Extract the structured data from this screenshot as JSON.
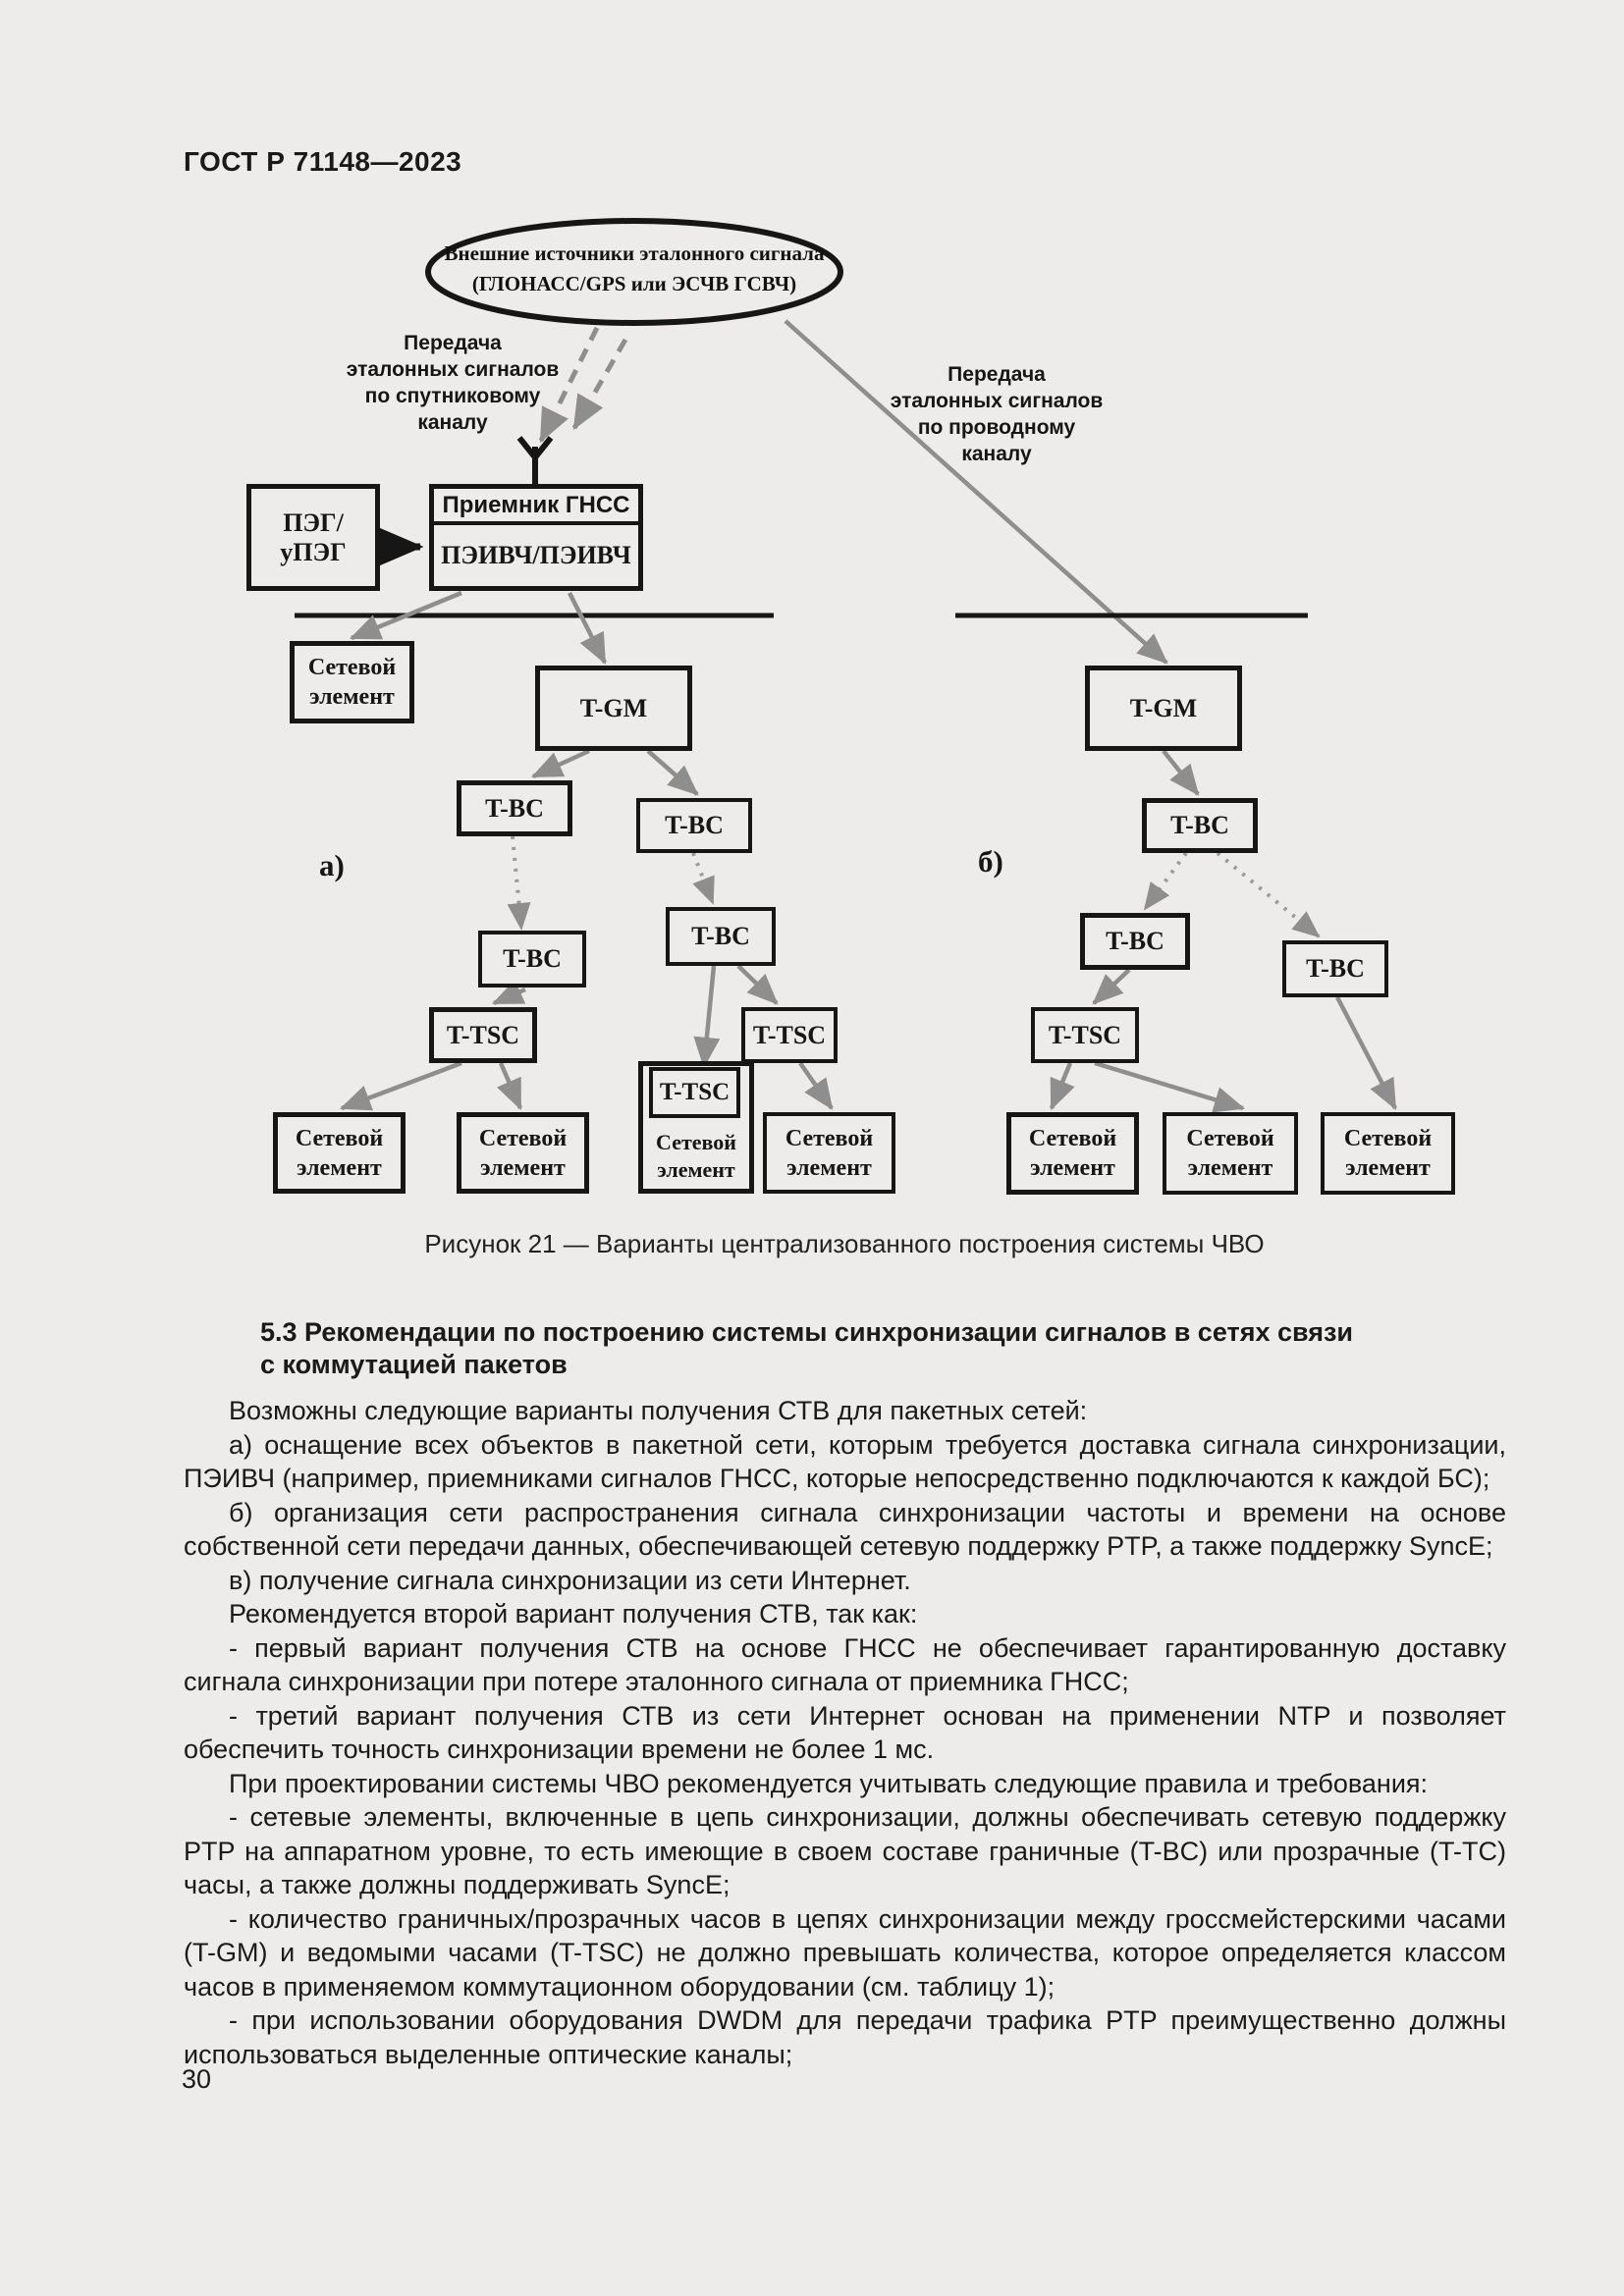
{
  "page": {
    "header": "ГОСТ Р 71148—2023",
    "footer_page_number": "30"
  },
  "figure": {
    "ellipse": {
      "line1": "Внешние источники эталонного сигнала",
      "line2": "(ГЛОНАСС/GPS или ЭСЧВ ГСВЧ)"
    },
    "labels": {
      "satellite_channel": "Передача\nэталонных сигналов\nпо спутниковому\nканалу",
      "wired_channel": "Передача\nэталонных сигналов\nпо проводному\nканалу",
      "variant_a": "а)",
      "variant_b": "б)"
    },
    "nodes": {
      "peg": "ПЭГ/\nуПЭГ",
      "gnss_receiver_title": "Приемник ГНСС",
      "gnss_receiver_sub": "ПЭИВЧ/ПЭИВЧ",
      "t_gm": "T-GM",
      "t_bc": "T-BC",
      "t_tsc": "T-TSC",
      "network_element": "Сетевой\nэлемент"
    },
    "caption": "Рисунок 21 — Варианты централизованного построения системы ЧВО",
    "colors": {
      "arrow_gray": "#8e8e8e",
      "line_black": "#161616",
      "paper": "#edecea"
    }
  },
  "section": {
    "heading": "5.3 Рекомендации по построению системы синхронизации сигналов в сетях связи\nс коммутацией пакетов"
  },
  "body": {
    "paragraphs": [
      "Возможны следующие варианты получения СТВ для пакетных сетей:",
      "а) оснащение всех объектов в пакетной сети, которым требуется доставка сигнала синхронизации, ПЭИВЧ (например, приемниками сигналов ГНСС, которые непосредственно подключаются к каждой БС);",
      "б) организация сети распространения сигнала синхронизации частоты и времени на основе собственной сети передачи данных, обеспечивающей сетевую поддержку PTP, а также поддержку SyncE;",
      "в) получение сигнала синхронизации из сети Интернет.",
      "Рекомендуется второй вариант получения СТВ, так как:",
      "- первый вариант получения СТВ на основе ГНСС не обеспечивает гарантированную доставку сигнала синхронизации при потере эталонного сигнала от приемника ГНСС;",
      "- третий вариант получения СТВ из сети Интернет основан на применении NTP и позволяет обеспечить точность синхронизации времени не более 1 мс.",
      "При проектировании системы ЧВО рекомендуется учитывать следующие правила и требования:",
      "- сетевые элементы, включенные в цепь синхронизации, должны обеспечивать сетевую поддержку PTP на аппаратном уровне, то есть имеющие в своем составе граничные (T-BC) или прозрачные (T-TC) часы, а также должны поддерживать SyncE;",
      "- количество граничных/прозрачных часов в цепях синхронизации между гроссмейстерскими часами (T-GM) и ведомыми часами (T-TSC) не должно превышать количества, которое определяется классом часов в применяемом коммутационном оборудовании (см. таблицу 1);",
      "- при использовании оборудования DWDM для передачи трафика PTP преимущественно должны использоваться выделенные оптические каналы;"
    ]
  }
}
